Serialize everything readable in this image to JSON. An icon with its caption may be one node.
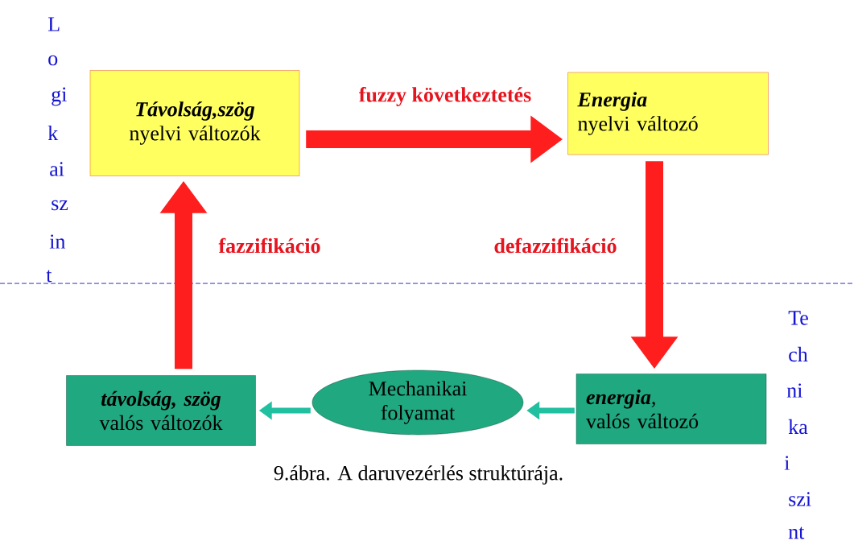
{
  "diagram": {
    "caption": "9.ábra. A daruvezérlés struktúrája.",
    "nodes": [
      {
        "text": [
          "Távolság,szög",
          "nyelvi változók"
        ]
      },
      {
        "text": [
          "Energia",
          "nyelvi változó"
        ]
      },
      {
        "text": [
          "**energia**,",
          "valós változó"
        ]
      },
      {
        "text": [
          "Mechanikai folyamat"
        ]
      },
      {
        "text": [
          "távolság, szög",
          "valós változók"
        ]
      }
    ],
    "edges": [
      {
        "from": 0,
        "to": 1,
        "arrow": "to",
        "label": "fuzzy következtetés"
      },
      {
        "from": 1,
        "to": 2,
        "arrow": "to",
        "label": "defazzifikáció"
      },
      {
        "from": 2,
        "to": 3,
        "arrow": "to",
        "color": "#20c0a0"
      },
      {
        "from": 3,
        "to": 4,
        "arrow": "to",
        "color": "#20c0a0"
      },
      {
        "from": 4,
        "to": 0,
        "arrow": "to",
        "label": "fazzifikáció"
      }
    ],
    "labels": [
      "L",
      "o",
      "gi",
      "k",
      "ai",
      "sz",
      "in",
      "t",
      "Te",
      "ch",
      "ni",
      "ka",
      "i",
      "szi",
      "nt"
    ]
  }
}
